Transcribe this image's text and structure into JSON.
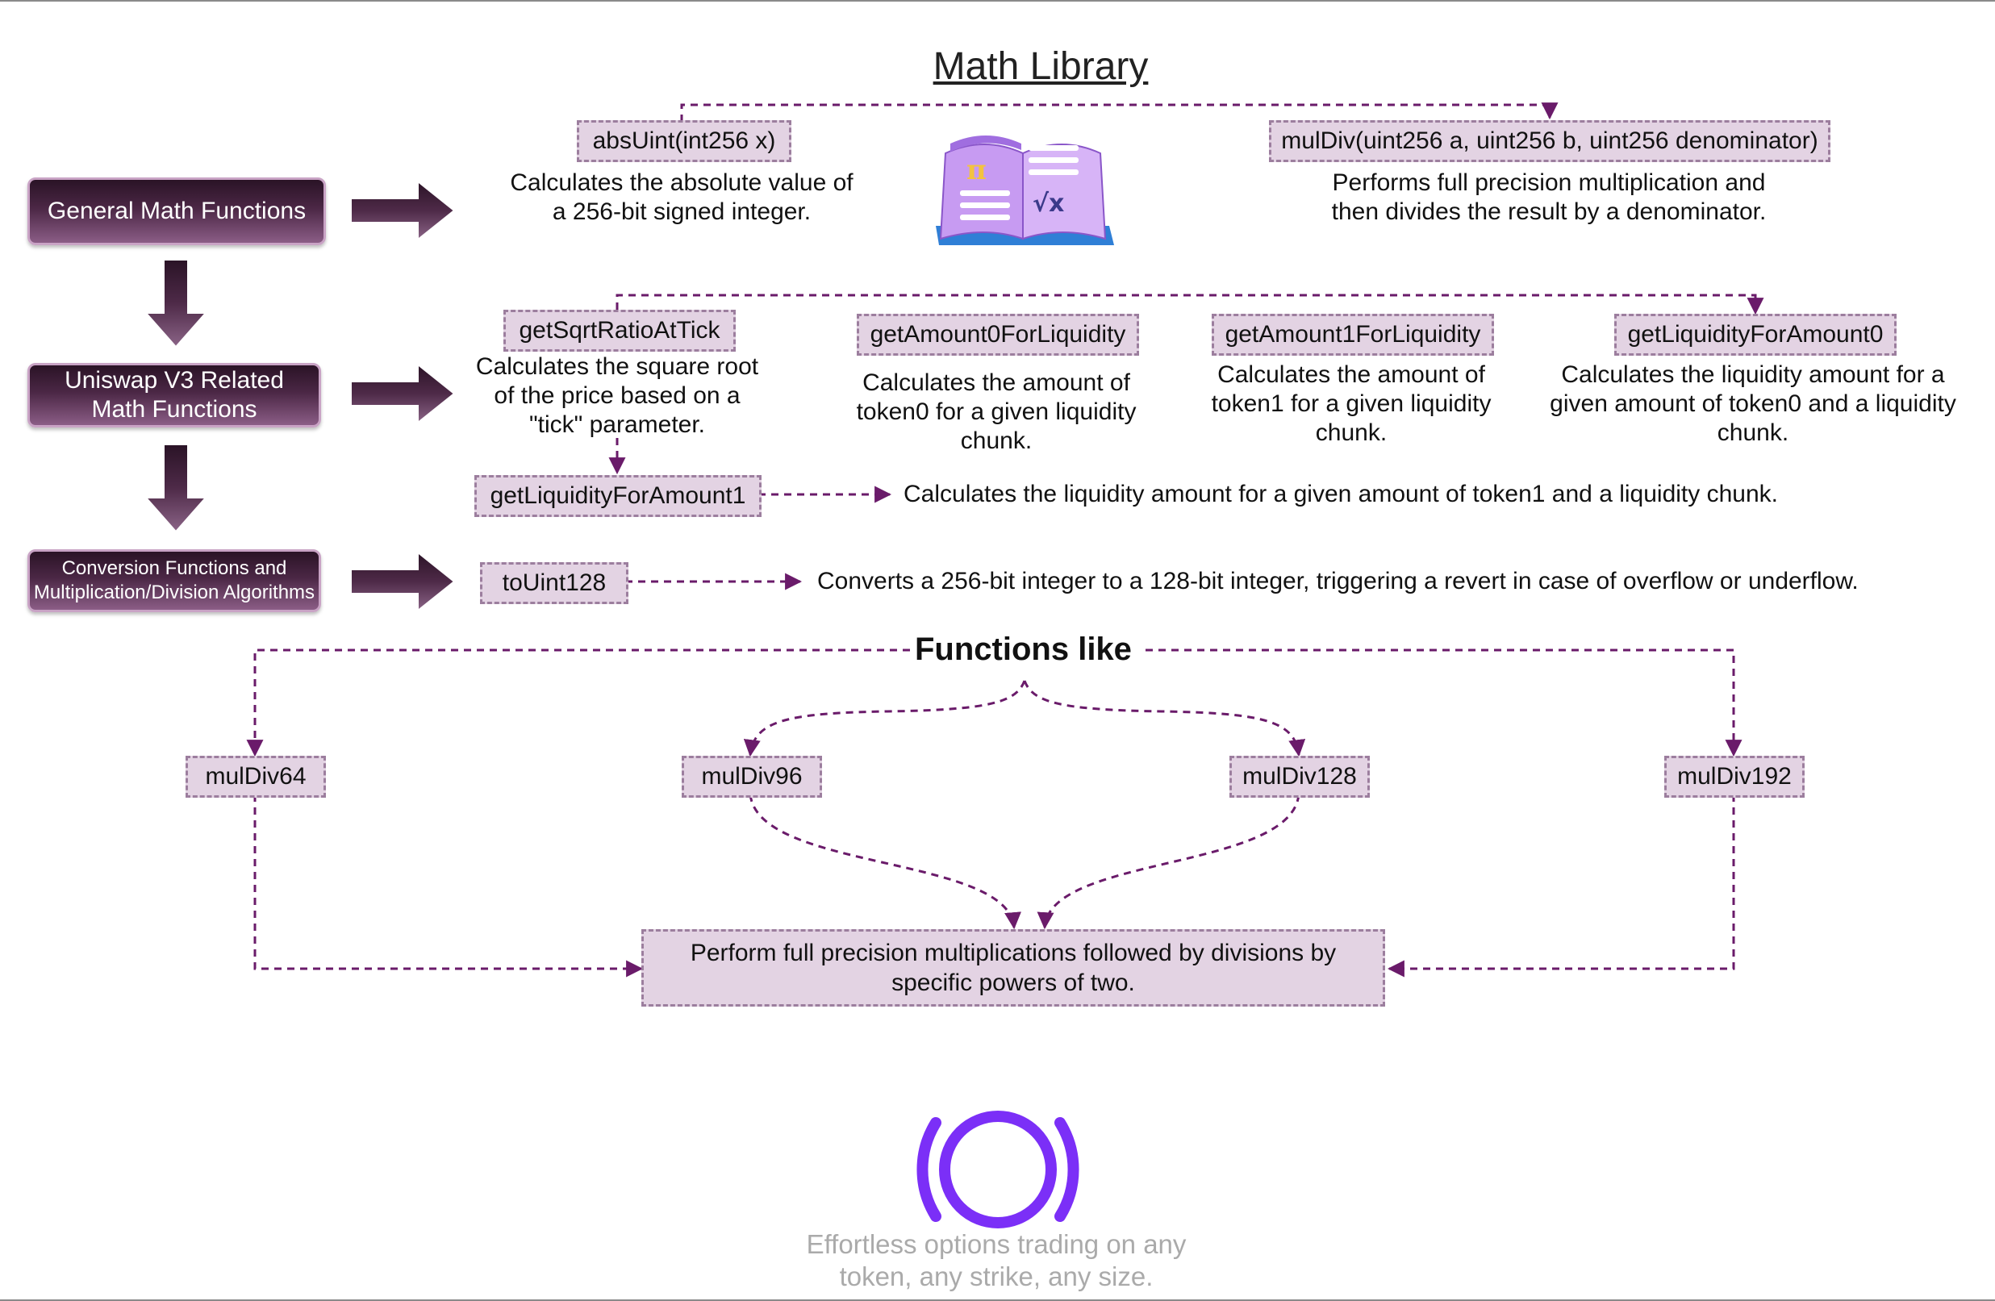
{
  "title": "Math Library",
  "sidebar": {
    "general": "General Math Functions",
    "uniswap": "Uniswap V3 Related Math Functions",
    "conversion": "Conversion Functions and Multiplication/Division Algorithms"
  },
  "general_functions": [
    {
      "name": "absUint(int256 x)",
      "description": "Calculates the absolute value of a 256-bit signed integer."
    },
    {
      "name": "mulDiv(uint256 a, uint256 b, uint256 denominator)",
      "description": "Performs full precision multiplication and then divides the result by a denominator."
    }
  ],
  "uniswap_functions": [
    {
      "name": "getSqrtRatioAtTick",
      "description": "Calculates the square root of the price based on a \"tick\" parameter."
    },
    {
      "name": "getAmount0ForLiquidity",
      "description": "Calculates the amount of token0 for a given liquidity chunk."
    },
    {
      "name": "getAmount1ForLiquidity",
      "description": "Calculates the amount of token1 for a given liquidity chunk."
    },
    {
      "name": "getLiquidityForAmount0",
      "description": "Calculates the liquidity amount for a given amount of token0 and a liquidity chunk."
    },
    {
      "name": "getLiquidityForAmount1",
      "description": "Calculates the liquidity amount for a given amount of token1 and a liquidity chunk."
    }
  ],
  "conversion_function": {
    "name": "toUint128",
    "description": "Converts a 256-bit integer to a 128-bit integer, triggering a revert in case of overflow or underflow."
  },
  "functions_like": {
    "heading": "Functions like",
    "items": [
      "mulDiv64",
      "mulDiv96",
      "mulDiv128",
      "mulDiv192"
    ],
    "result": "Perform full precision multiplications followed by divisions by specific powers of two."
  },
  "footer": {
    "tagline": "Effortless options trading on any token, any strike, any size."
  },
  "colors": {
    "connector": "#6a1b6a",
    "box_fill": "#e3d3e3",
    "box_border": "#9c7e9e",
    "logo": "#7b2ff7",
    "tagline": "#aaaaaa"
  },
  "icons": [
    "math-book-icon",
    "right-arrow-icon",
    "down-arrow-icon",
    "brand-logo-icon"
  ]
}
